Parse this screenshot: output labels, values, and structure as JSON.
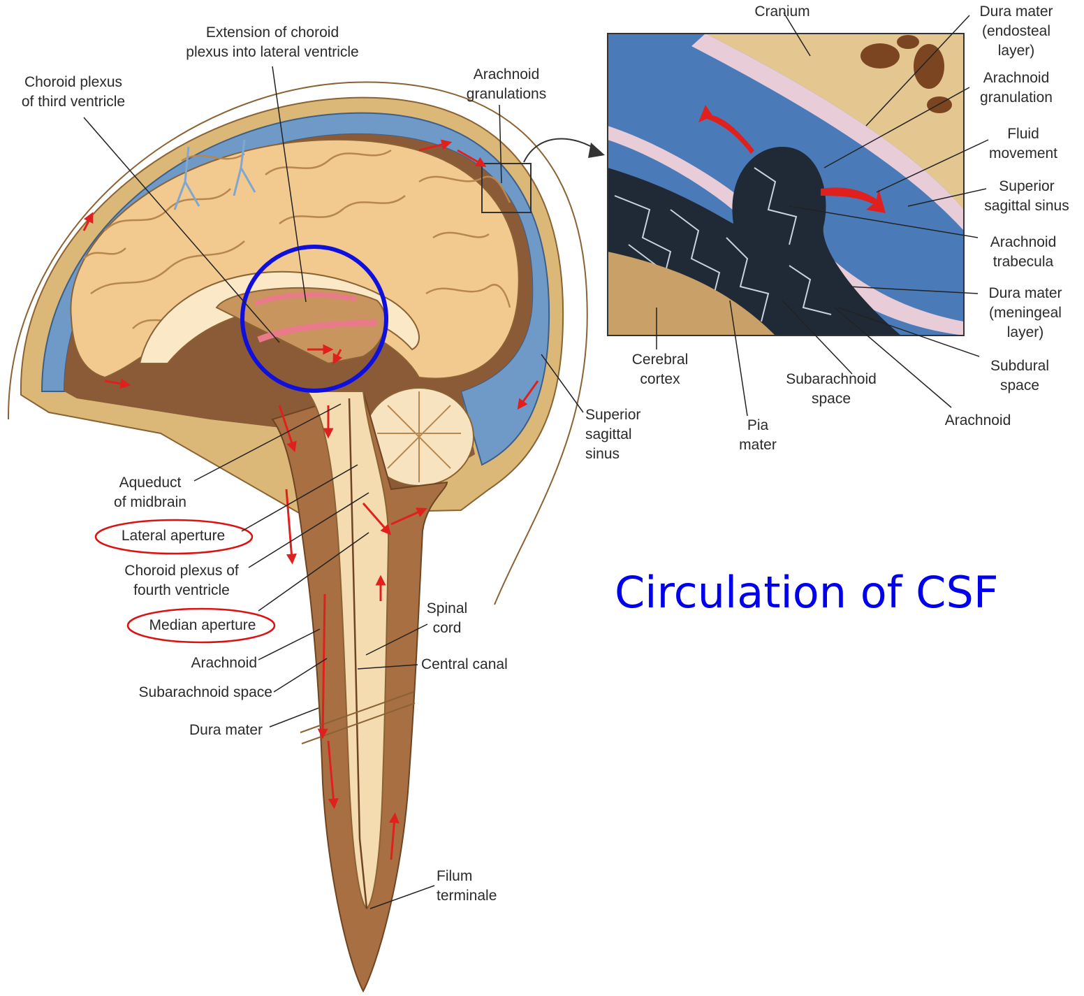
{
  "title": "Circulation of  CSF",
  "colors": {
    "title": "#0000ee",
    "highlight_circle": "#1010dd",
    "highlight_ellipse": "#dd1111",
    "flow_arrow": "#e0201c",
    "brain": "#f2c98f",
    "brain_outline": "#8a6233",
    "venous_sinus": "#6f9ac8",
    "bone": "#dcb878",
    "spinal_cord": "#f4dcb0",
    "subarachnoid_brown": "#8b5a36",
    "inset_fluid": "#4a7bb8",
    "inset_dark": "#1f2a36"
  },
  "labels": {
    "extension_choroid": "Extension of choroid\nplexus into lateral ventricle",
    "choroid_third": "Choroid plexus\nof third ventricle",
    "arachnoid_granulations": "Arachnoid\ngranulations",
    "aqueduct": "Aqueduct\nof midbrain",
    "lateral_aperture": "Lateral aperture",
    "choroid_fourth": "Choroid plexus of\nfourth ventricle",
    "median_aperture": "Median aperture",
    "arachnoid": "Arachnoid",
    "subarachnoid_space": "Subarachnoid space",
    "dura_mater": "Dura mater",
    "spinal_cord": "Spinal\ncord",
    "central_canal": "Central canal",
    "filum_terminale": "Filum\nterminale",
    "superior_sagittal_sinus": "Superior\nsagittal\nsinus"
  },
  "inset_labels": {
    "cranium": "Cranium",
    "dura_endosteal": "Dura mater\n(endosteal\nlayer)",
    "arachnoid_granulation": "Arachnoid\ngranulation",
    "fluid_movement": "Fluid\nmovement",
    "superior_sagittal_sinus": "Superior\nsagittal sinus",
    "arachnoid_trabecula": "Arachnoid\ntrabecula",
    "dura_meningeal": "Dura mater\n(meningeal\nlayer)",
    "subdural_space": "Subdural\nspace",
    "arachnoid": "Arachnoid",
    "cerebral_cortex": "Cerebral\ncortex",
    "subarachnoid_space": "Subarachnoid\nspace",
    "pia_mater": "Pia\nmater"
  }
}
